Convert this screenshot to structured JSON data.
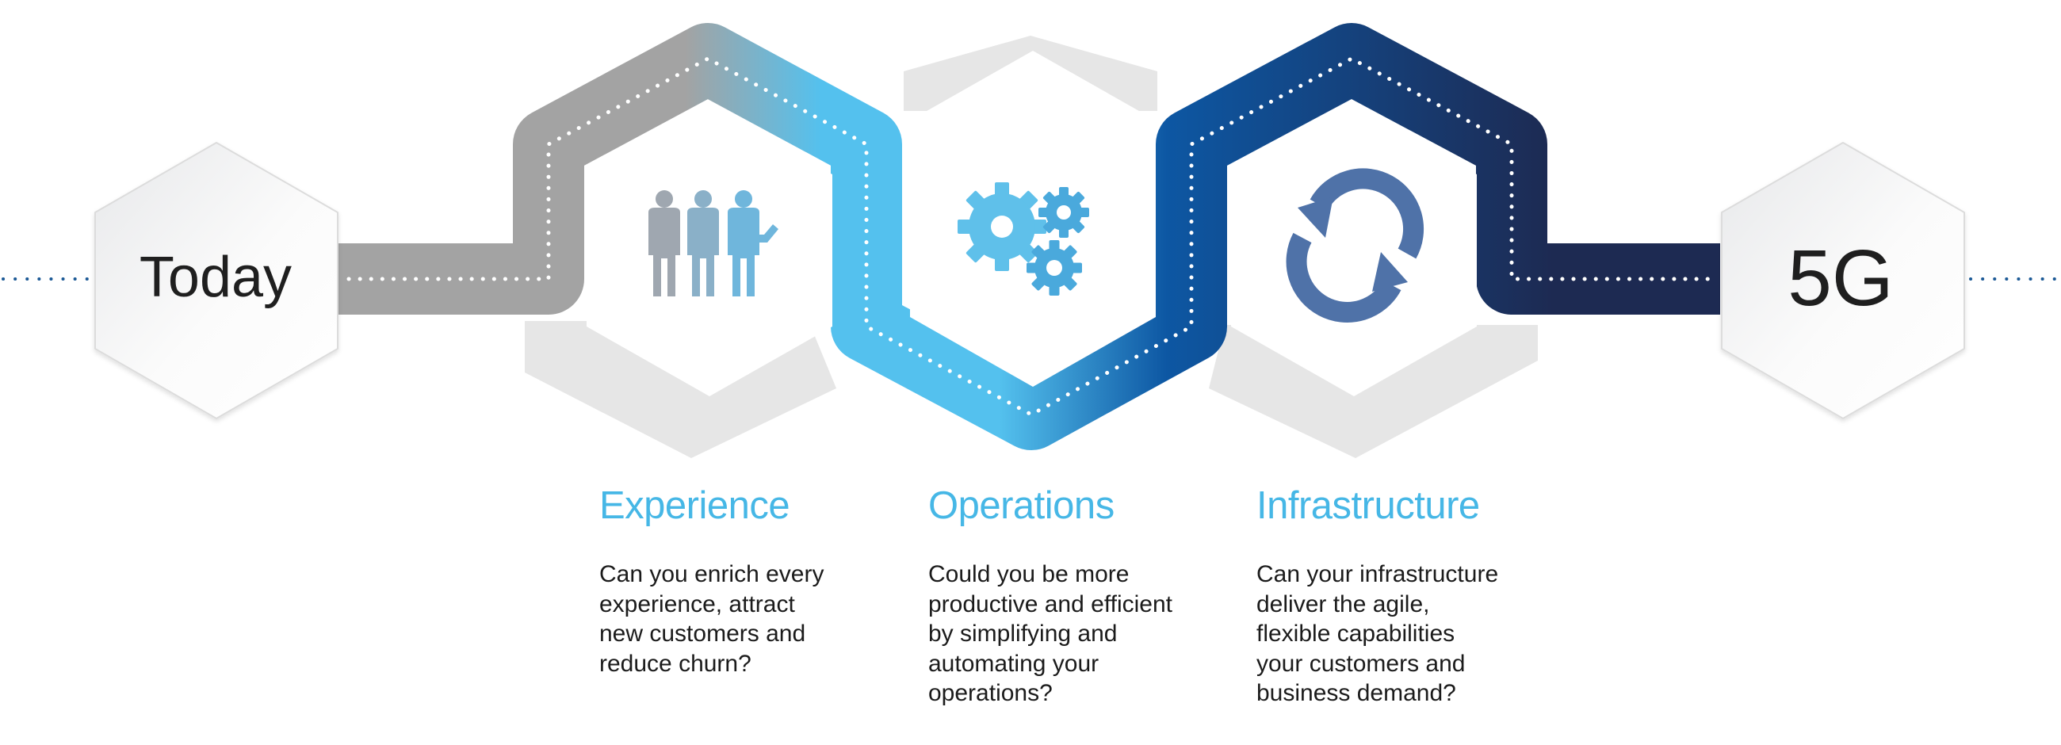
{
  "start_label": "Today",
  "end_label": "5G",
  "colors": {
    "grey_path": "#a3a3a3",
    "light_blue": "#54c1ee",
    "mid_blue": "#0d57a3",
    "dark_navy": "#1d2a52",
    "title_blue": "#46b7e6",
    "shadow_hex": "#e6e6e6",
    "dots_blue": "#1d5a96"
  },
  "stages": [
    {
      "icon": "team-icon",
      "title": "Experience",
      "lines": [
        "Can you enrich every",
        "experience, attract",
        "new customers and",
        "reduce churn?"
      ]
    },
    {
      "icon": "gears-icon",
      "title": "Operations",
      "lines": [
        "Could you be more",
        "productive and efficient",
        "by simplifying and",
        "automating your",
        "operations?"
      ]
    },
    {
      "icon": "refresh-cycle-icon",
      "title": "Infrastructure",
      "lines": [
        "Can your infrastructure",
        "deliver the agile,",
        "flexible capabilities",
        "your customers and",
        "business demand?"
      ]
    }
  ]
}
